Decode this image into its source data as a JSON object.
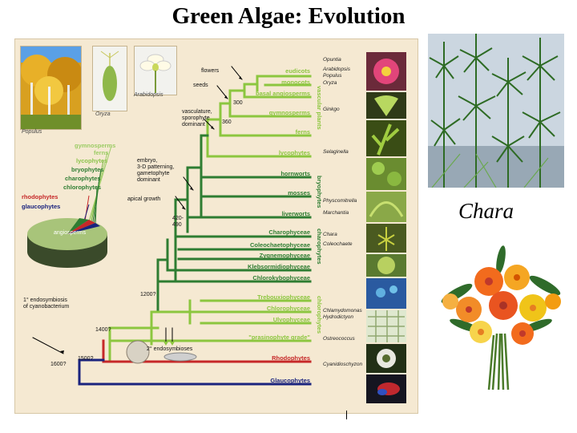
{
  "slide_title": "Green Algae: Evolution",
  "photo_labels": {
    "populus": "Populus",
    "oryza": "Oryza",
    "arabidopsis": "Arabidopsis"
  },
  "pie_labels": [
    "gymnosperms",
    "ferns",
    "lycophytes",
    "bryophytes",
    "charophytes",
    "chlorophytes",
    "rhodophytes",
    "glaucophytes"
  ],
  "pie_angiosperms": "angiosperms",
  "taxa": {
    "eudicots": "eudicots",
    "monocots": "monocots",
    "basal_angiosperms": "basal angiosperms",
    "gymnosperms": "gymnosperms",
    "ferns": "ferns",
    "lycophytes": "lycophytes",
    "hornworts": "hornworts",
    "mosses": "mosses",
    "liverworts": "liverworts",
    "charophyceae": "Charophyceae",
    "coleochaetophyceae": "Coleochaetophyceae",
    "zygnemophyceae": "Zygnemophyceae",
    "klebsormidiophyceae": "Klebsormidiophyceae",
    "chlorokybophyceae": "Chlorokybophyceae",
    "trebouxiophyceae": "Trebouxiophyceae",
    "chlorophyceae": "Chlorophyceae",
    "ulvophyceae": "Ulvophyceae",
    "prasinophyte": "\"prasinophyte grade\"",
    "rhodophytes": "Rhodophytes",
    "glaucophytes": "Glaucophytes"
  },
  "group_labels": {
    "vascular": "vascular plants",
    "bryophytes": "bryophytes",
    "charophytes": "charophytes",
    "chlorophytes": "chlorophytes"
  },
  "annotations": {
    "flowers": "flowers",
    "seeds": "seeds",
    "vasculature": "vasculature,",
    "sporophyte": "sporophyte",
    "dominant": "dominant",
    "embryo": "embryo,",
    "patterning": "3-D patterning,",
    "gametophyte": "gametophyte",
    "dominant2": "dominant",
    "apical": "apical growth",
    "endosymbiosis1": "1° endosymbiosis",
    "cyano": "of cyanobacterium",
    "endosymbiosis2": "2° endosymbioses"
  },
  "times": {
    "t300": "300",
    "t360": "360",
    "t420": "420-",
    "t490": "490",
    "t1200": "1200?",
    "t1400": "1400?",
    "t1500": "1500?",
    "t1600": "1600?"
  },
  "species": {
    "opuntia": "Opuntia",
    "arabidopsis": "Arabidopsis",
    "populus": "Populus",
    "oryza": "Oryza",
    "ginkgo": "Ginkgo",
    "selaginella": "Selaginella",
    "physcomitrella": "Physcomitrella",
    "marchantia": "Marchantia",
    "chara": "Chara",
    "coleochaete": "Coleochaete",
    "chlamydomonas": "Chlamydomonas",
    "hydrodictyon": "Hydrodictyon",
    "ostreococcus": "Ostreococcus",
    "cyanidioschyzon": "Cyanidioschyzon"
  },
  "side_label": "Chara",
  "colors": {
    "light_green": "#8cc63f",
    "dark_green": "#2e7d32",
    "red": "#c62828",
    "blue": "#1a237e",
    "panel": "#f5e9d2"
  },
  "icons": [
    "aspen-tree-photo",
    "rice-flower-photo",
    "arabidopsis-flower-photo",
    "pie-chart",
    "chara-photo",
    "lily-bouquet-photo"
  ]
}
